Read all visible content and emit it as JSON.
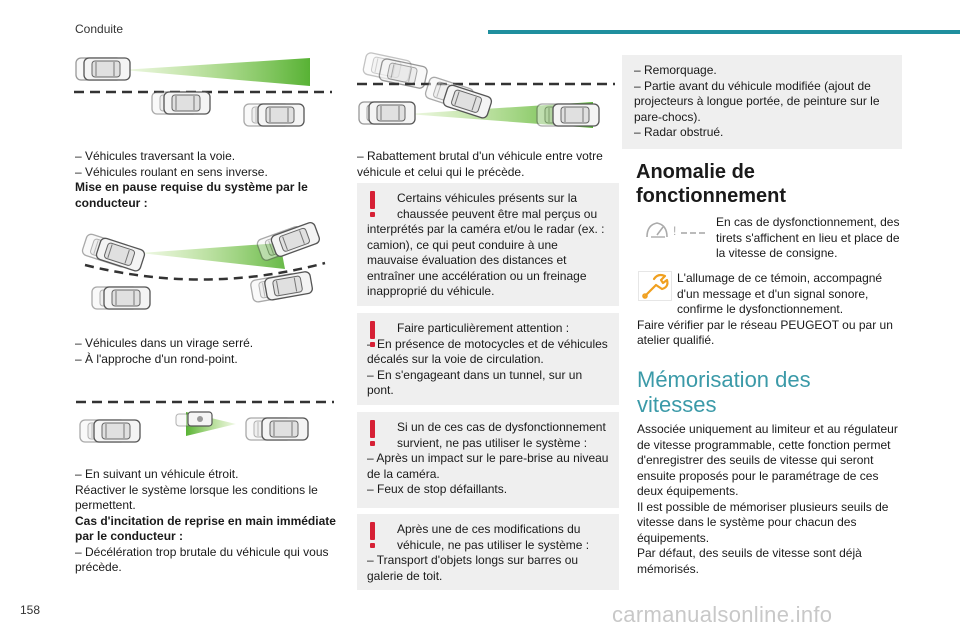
{
  "header": {
    "section": "Conduite",
    "page_number": "158",
    "accent_color": "#1f8f9e"
  },
  "watermark": "carmanualsonline.info",
  "left_column": {
    "list1": [
      "–  Véhicules traversant la voie.",
      "–  Véhicules roulant en sens inverse."
    ],
    "pause_heading": "Mise en pause requise du système par le conducteur :",
    "list2": [
      "–  Véhicules dans un virage serré.",
      "–  À l'approche d'un rond-point."
    ],
    "list3": [
      "–  En suivant un véhicule étroit."
    ],
    "reactivate": "Réactiver le système lorsque les conditions le permettent.",
    "incitation_heading": "Cas d'incitation de reprise en main immédiate par le conducteur :",
    "list4": [
      "–  Décélération trop brutale du véhicule qui vous précède."
    ]
  },
  "middle_column": {
    "list1": [
      "–  Rabattement brutal d'un véhicule entre votre véhicule et celui qui le précède."
    ],
    "warnings": [
      {
        "first": "Certains véhicules présents sur la chaussée peuvent être mal perçus ou",
        "rest": [
          "interprétés par la caméra et/ou le radar (ex. : camion), ce qui peut conduire à une mauvaise évaluation des distances et entraîner une accélération ou un freinage inapproprié du véhicule."
        ]
      },
      {
        "first": "Faire particulièrement attention :",
        "rest": [
          "–  En présence de motocycles et de véhicules décalés sur la voie de circulation.",
          "–  En s'engageant dans un tunnel, sur un pont."
        ]
      },
      {
        "first": "Si un de ces cas de dysfonctionnement survient, ne pas utiliser le système :",
        "rest": [
          "–  Après un impact sur le pare-brise au niveau de la caméra.",
          "–  Feux de stop défaillants."
        ]
      },
      {
        "first": "Après une de ces modifications du véhicule, ne pas utiliser le système :",
        "rest": [
          "–  Transport d'objets longs sur barres ou galerie de toit."
        ]
      }
    ]
  },
  "right_column": {
    "info_box": [
      "–  Remorquage.",
      "–  Partie avant du véhicule modifiée (ajout de projecteurs à longue portée, de peinture sur le pare-chocs).",
      "–  Radar obstrué."
    ],
    "anomalie_heading": "Anomalie de fonctionnement",
    "anomalie_icon1_text": "En cas de dysfonctionnement, des tirets s'affichent en lieu et place de la vitesse de consigne.",
    "anomalie_icon2_text": "L'allumage de ce témoin, accompagné d'un message et d'un signal sonore, confirme le dysfonctionnement.",
    "anomalie_followup": "Faire vérifier par le réseau PEUGEOT ou par un atelier qualifié.",
    "memo_heading": "Mémorisation des vitesses",
    "memo_paragraphs": [
      "Associée uniquement au limiteur et au régulateur de vitesse programmable, cette fonction permet d'enregistrer des seuils de vitesse qui seront ensuite proposés pour le paramétrage de ces deux équipements.",
      "Il est possible de mémoriser plusieurs seuils de vitesse dans le système pour chacun des équipements.",
      "Par défaut, des seuils de vitesse sont déjà mémorisés."
    ],
    "warning_color": "#d62035",
    "heading_color": "#3b9aa8"
  }
}
